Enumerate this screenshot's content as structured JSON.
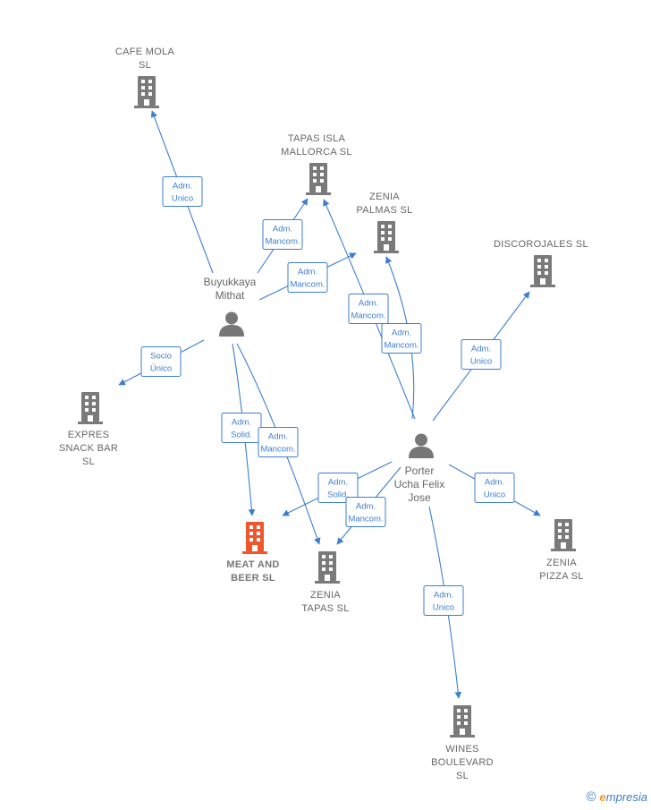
{
  "colors": {
    "edge": "#3c7ed0",
    "company": "#7a7a7a",
    "focus_company": "#f0552b",
    "person": "#777777"
  },
  "companies": [
    {
      "id": "cafe",
      "lines": [
        "CAFE MOLA",
        "SL"
      ],
      "icon": "building-icon"
    },
    {
      "id": "tapas_isla",
      "lines": [
        "TAPAS ISLA",
        "MALLORCA  SL"
      ],
      "icon": "building-icon"
    },
    {
      "id": "zenia_palmas",
      "lines": [
        "ZENIA",
        "PALMAS SL"
      ],
      "icon": "building-icon"
    },
    {
      "id": "discorojales",
      "lines": [
        "DISCOROJALES SL"
      ],
      "icon": "building-icon"
    },
    {
      "id": "expres",
      "lines": [
        "EXPRES",
        "SNACK BAR",
        "SL"
      ],
      "icon": "building-icon"
    },
    {
      "id": "meat",
      "lines": [
        "MEAT AND",
        "BEER  SL"
      ],
      "icon": "building-icon",
      "focus": true
    },
    {
      "id": "zenia_tapas",
      "lines": [
        "ZENIA",
        "TAPAS  SL"
      ],
      "icon": "building-icon"
    },
    {
      "id": "zenia_pizza",
      "lines": [
        "ZENIA",
        "PIZZA SL"
      ],
      "icon": "building-icon"
    },
    {
      "id": "wines",
      "lines": [
        "WINES",
        "BOULEVARD",
        "SL"
      ],
      "icon": "building-icon"
    }
  ],
  "persons": [
    {
      "id": "buyukkaya",
      "lines": [
        "Buyukkaya",
        "Mithat"
      ],
      "icon": "person-icon"
    },
    {
      "id": "porter",
      "lines": [
        "Porter",
        "Ucha Felix",
        "Jose"
      ],
      "icon": "person-icon"
    }
  ],
  "relations": [
    {
      "from": "buyukkaya",
      "to": "cafe",
      "role": [
        "Adm.",
        "Unico"
      ]
    },
    {
      "from": "buyukkaya",
      "to": "tapas_isla",
      "role": [
        "Adm.",
        "Mancom."
      ]
    },
    {
      "from": "buyukkaya",
      "to": "zenia_palmas",
      "role": [
        "Adm.",
        "Mancom."
      ]
    },
    {
      "from": "buyukkaya",
      "to": "expres",
      "role": [
        "Socio",
        "Único"
      ]
    },
    {
      "from": "buyukkaya",
      "to": "meat",
      "role": [
        "Adm.",
        "Solid."
      ]
    },
    {
      "from": "buyukkaya",
      "to": "zenia_tapas",
      "role": [
        "Adm.",
        "Mancom."
      ]
    },
    {
      "from": "porter",
      "to": "tapas_isla",
      "role": [
        "Adm.",
        "Mancom."
      ]
    },
    {
      "from": "porter",
      "to": "zenia_palmas",
      "role": [
        "Adm.",
        "Mancom."
      ]
    },
    {
      "from": "porter",
      "to": "discorojales",
      "role": [
        "Adm.",
        "Unico"
      ]
    },
    {
      "from": "porter",
      "to": "meat",
      "role": [
        "Adm.",
        "Solid."
      ]
    },
    {
      "from": "porter",
      "to": "zenia_tapas",
      "role": [
        "Adm.",
        "Mancom."
      ]
    },
    {
      "from": "porter",
      "to": "zenia_pizza",
      "role": [
        "Adm.",
        "Unico"
      ]
    },
    {
      "from": "porter",
      "to": "wines",
      "role": [
        "Adm.",
        "Unico"
      ]
    }
  ],
  "brand": {
    "copyright": "©",
    "initial": "e",
    "rest": "mpresia"
  }
}
